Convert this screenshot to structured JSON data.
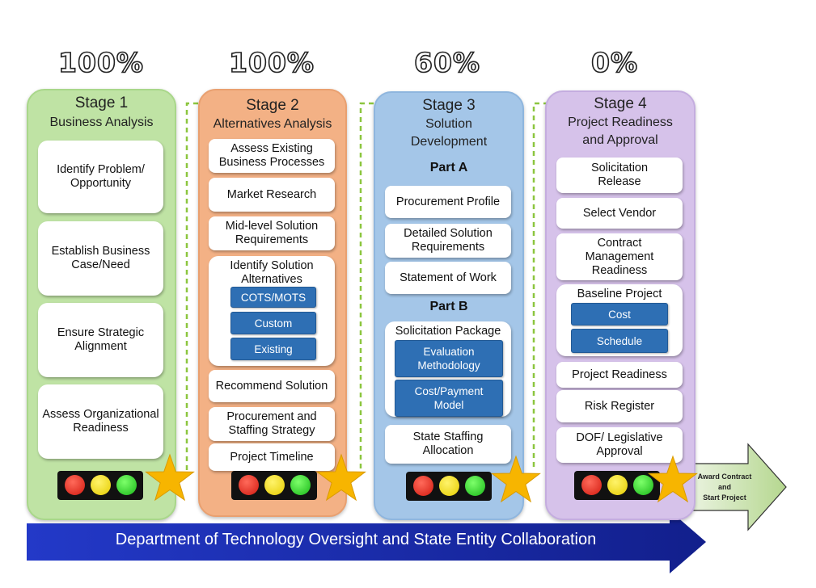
{
  "percentages": [
    "100%",
    "100%",
    "60%",
    "0%"
  ],
  "stages": [
    {
      "title": "Stage 1",
      "subtitle": "Business Analysis",
      "items": [
        "Identify Problem/ Opportunity",
        "Establish Business Case/Need",
        "Ensure Strategic Alignment",
        "Assess Organizational Readiness"
      ]
    },
    {
      "title": "Stage 2",
      "subtitle": "Alternatives Analysis",
      "items": [
        "Assess Existing Business Processes",
        "Market Research",
        "Mid-level Solution Requirements"
      ],
      "group": {
        "title": "Identify Solution Alternatives",
        "options": [
          "COTS/MOTS",
          "Custom",
          "Existing"
        ]
      },
      "items_after": [
        "Recommend Solution",
        "Procurement and Staffing Strategy",
        "Project Timeline"
      ]
    },
    {
      "title": "Stage 3",
      "subtitle_line1": "Solution",
      "subtitle_line2": "Development",
      "part_a": "Part A",
      "part_a_items": [
        "Procurement Profile",
        "Detailed Solution Requirements",
        "Statement of Work"
      ],
      "part_b": "Part B",
      "group": {
        "title": "Solicitation Package",
        "options": [
          "Evaluation Methodology",
          "Cost/Payment Model"
        ]
      },
      "items_after": [
        "State Staffing Allocation"
      ]
    },
    {
      "title": "Stage 4",
      "subtitle_line1": "Project Readiness",
      "subtitle_line2": "and Approval",
      "items": [
        "Solicitation Release",
        "Select Vendor",
        "Contract Management Readiness"
      ],
      "group": {
        "title": "Baseline Project",
        "options": [
          "Cost",
          "Schedule"
        ]
      },
      "items_after": [
        "Project Readiness",
        "Risk Register",
        "DOF/ Legislative Approval"
      ]
    }
  ],
  "award": {
    "line1": "Award Contract",
    "line2": "and",
    "line3": "Start Project"
  },
  "banner": "Department of Technology Oversight and State Entity Collaboration",
  "colors": {
    "stage1": "#bfe3a4",
    "stage2": "#f3b185",
    "stage3": "#a4c6e8",
    "stage4": "#d6c2ea",
    "option_blue": "#2e6fb4",
    "banner_blue": "#1d2fa8",
    "connector_green": "#8cc63f",
    "star": "#f7b500"
  },
  "icons": [
    "traffic-light-icon",
    "star-icon",
    "arrow-right-icon"
  ]
}
